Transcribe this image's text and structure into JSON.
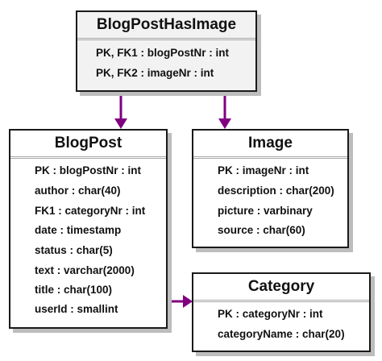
{
  "entities": {
    "blog_post_has_image": {
      "title": "BlogPostHasImage",
      "fields": [
        "PK, FK1 : blogPostNr : int",
        "PK, FK2 : imageNr : int"
      ]
    },
    "blog_post": {
      "title": "BlogPost",
      "fields": [
        "PK : blogPostNr : int",
        "author : char(40)",
        "FK1 : categoryNr : int",
        "date : timestamp",
        "status : char(5)",
        "text : varchar(2000)",
        "title : char(100)",
        "userId : smallint"
      ]
    },
    "image": {
      "title": "Image",
      "fields": [
        "PK : imageNr : int",
        "description : char(200)",
        "picture : varbinary",
        "source : char(60)"
      ]
    },
    "category": {
      "title": "Category",
      "fields": [
        "PK : categoryNr : int",
        "categoryName : char(20)"
      ]
    }
  },
  "connector_color": "#800080"
}
